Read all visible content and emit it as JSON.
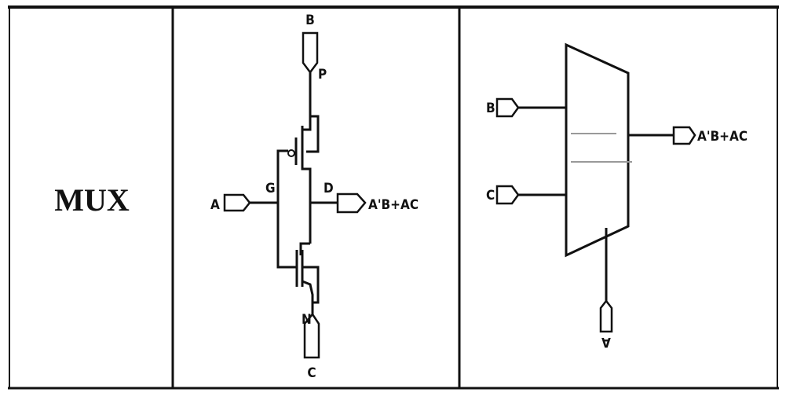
{
  "title_cell": {
    "text": "MUX"
  },
  "transistor_circuit": {
    "top_port": "B",
    "top_pin": "P",
    "bottom_port": "C",
    "bottom_pin": "N",
    "input_port": "A",
    "gate_label": "G",
    "drain_label": "D",
    "output_port": "A'B+AC"
  },
  "mux_block": {
    "inputs": [
      "B",
      "C"
    ],
    "select": "A",
    "output": "A'B+AC"
  },
  "colors": {
    "line": "#111111",
    "background": "#ffffff"
  }
}
